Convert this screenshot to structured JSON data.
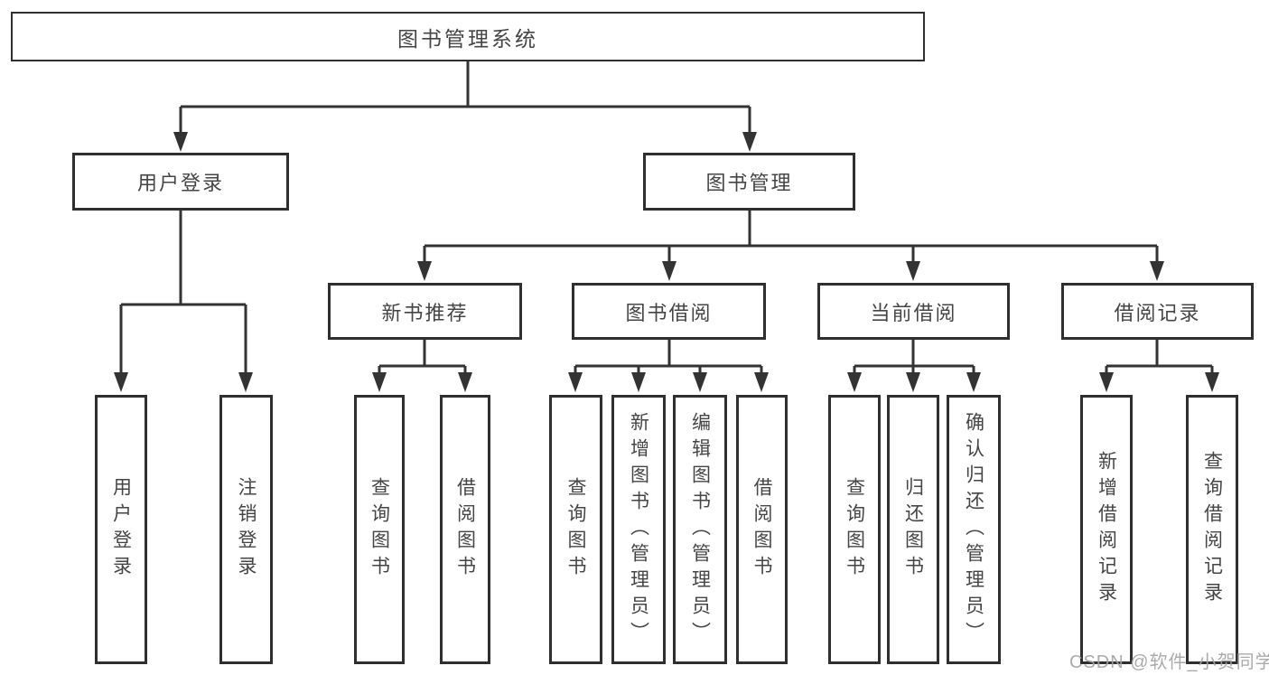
{
  "diagram": {
    "title": "图书管理系统",
    "type": "hierarchy-diagram",
    "colors": {
      "background": "#ffffff",
      "line": "#333333",
      "box_border": "#2f2f2f",
      "text": "#454545",
      "watermark": "#a3a3a3"
    },
    "watermark": "CSDN @软件_小贺同学",
    "nodes": {
      "root": {
        "label": "图书管理系统"
      },
      "user_login": {
        "label": "用户登录"
      },
      "book_mgmt": {
        "label": "图书管理"
      },
      "new_book_rec": {
        "label": "新书推荐"
      },
      "book_borrow": {
        "label": "图书借阅"
      },
      "current_borrow": {
        "label": "当前借阅"
      },
      "borrow_record": {
        "label": "借阅记录"
      },
      "leaf_user_login": {
        "label": "用户登录"
      },
      "leaf_logout": {
        "label": "注销登录"
      },
      "nbr_query_book": {
        "label": "查询图书"
      },
      "nbr_borrow_book": {
        "label": "借阅图书"
      },
      "bb_query_book": {
        "label": "查询图书"
      },
      "bb_add_book": {
        "label": "新增图书（管理员）"
      },
      "bb_edit_book": {
        "label": "编辑图书（管理员）"
      },
      "bb_borrow_book": {
        "label": "借阅图书"
      },
      "cb_query_book": {
        "label": "查询图书"
      },
      "cb_return_book": {
        "label": "归还图书"
      },
      "cb_confirm_return": {
        "label": "确认归还（管理员）"
      },
      "br_add_record": {
        "label": "新增借阅记录"
      },
      "br_query_record": {
        "label": "查询借阅记录"
      }
    },
    "edges": [
      [
        "root",
        "user_login"
      ],
      [
        "root",
        "book_mgmt"
      ],
      [
        "user_login",
        "leaf_user_login"
      ],
      [
        "user_login",
        "leaf_logout"
      ],
      [
        "book_mgmt",
        "new_book_rec"
      ],
      [
        "book_mgmt",
        "book_borrow"
      ],
      [
        "book_mgmt",
        "current_borrow"
      ],
      [
        "book_mgmt",
        "borrow_record"
      ],
      [
        "new_book_rec",
        "nbr_query_book"
      ],
      [
        "new_book_rec",
        "nbr_borrow_book"
      ],
      [
        "book_borrow",
        "bb_query_book"
      ],
      [
        "book_borrow",
        "bb_add_book"
      ],
      [
        "book_borrow",
        "bb_edit_book"
      ],
      [
        "book_borrow",
        "bb_borrow_book"
      ],
      [
        "current_borrow",
        "cb_query_book"
      ],
      [
        "current_borrow",
        "cb_return_book"
      ],
      [
        "current_borrow",
        "cb_confirm_return"
      ],
      [
        "borrow_record",
        "br_add_record"
      ],
      [
        "borrow_record",
        "br_query_record"
      ]
    ]
  }
}
